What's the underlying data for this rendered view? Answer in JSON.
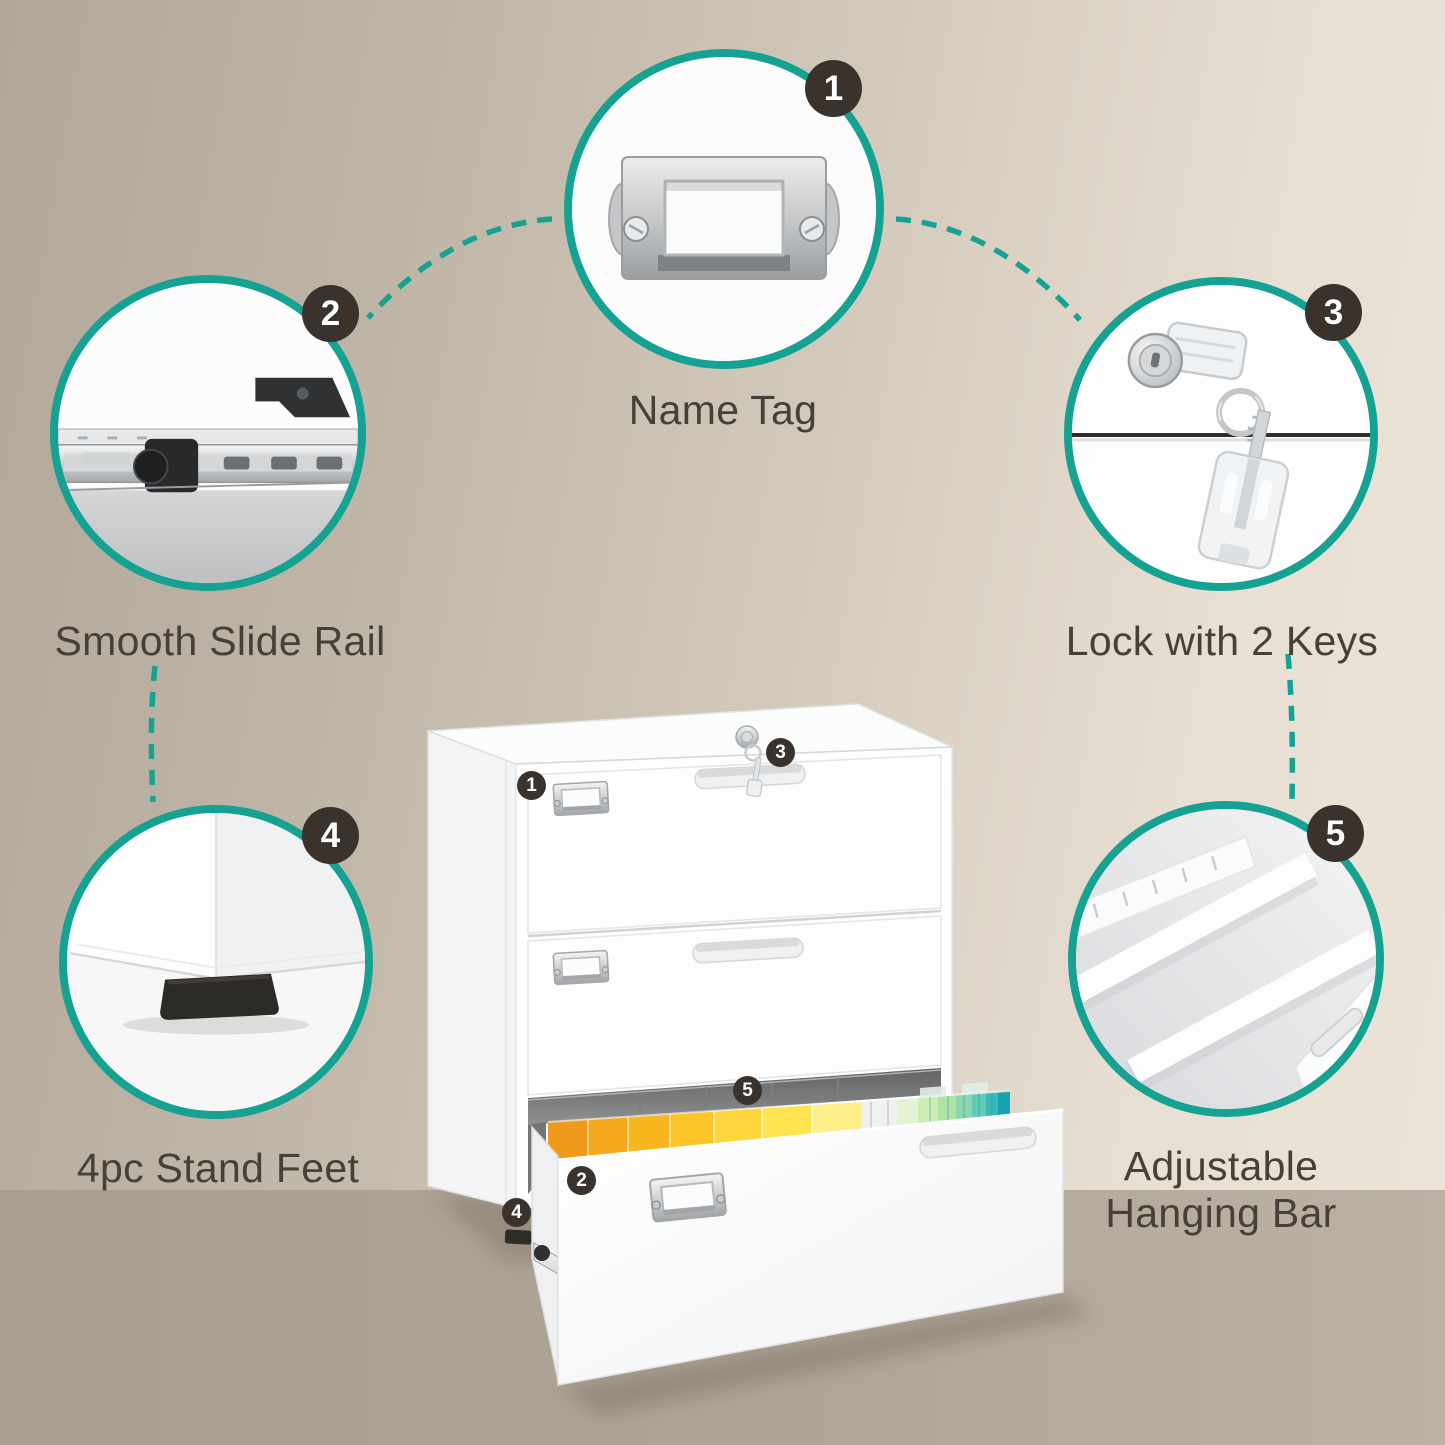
{
  "callouts": [
    {
      "num": "1",
      "label": "Name Tag",
      "icon": "name-tag-icon"
    },
    {
      "num": "2",
      "label": "Smooth Slide Rail",
      "icon": "slide-rail-icon"
    },
    {
      "num": "3",
      "label": "Lock with 2 Keys",
      "icon": "lock-keys-icon"
    },
    {
      "num": "4",
      "label": "4pc Stand Feet",
      "icon": "stand-feet-icon"
    },
    {
      "num": "5",
      "label": "Adjustable Hanging Bar",
      "label_lines": [
        "Adjustable",
        "Hanging Bar"
      ],
      "icon": "hanging-bar-icon"
    }
  ],
  "cabinet_markers": [
    "1",
    "2",
    "3",
    "4",
    "5"
  ],
  "colors": {
    "accent": "#16a292",
    "badge_bg": "#3a332d",
    "badge_text": "#ffffff",
    "label_text": "#474039",
    "wall_left": "#b2a799",
    "wall_right": "#ece4d8",
    "floor_left": "#a89d8f",
    "floor_right": "#bcb1a2",
    "cabinet_white": "#fdfdfd",
    "file_folder_warm": [
      "#ef9a1b",
      "#f4a81d",
      "#f9b71f",
      "#fcc628",
      "#fed63c",
      "#ffe350",
      "#ffef8a"
    ],
    "file_folder_cool": [
      "#e4f3d3",
      "#cdecb2",
      "#b0e2a4",
      "#8cd7ae",
      "#60cbb6",
      "#39bab6",
      "#17a3ad"
    ]
  }
}
